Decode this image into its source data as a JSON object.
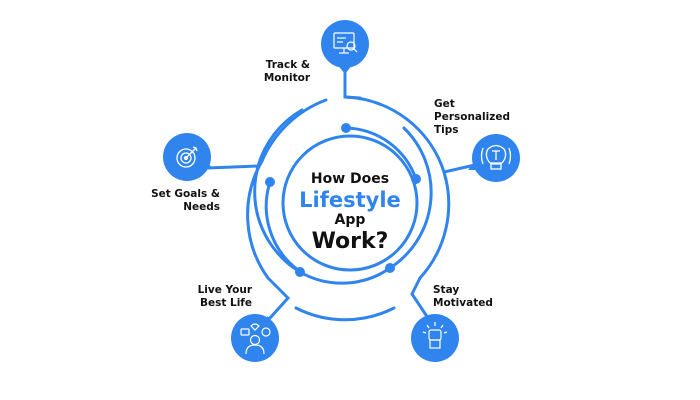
{
  "title": {
    "line1": "How Does",
    "line2": "Lifestyle",
    "line3": "App",
    "line4": "Work?"
  },
  "colors": {
    "accent": "#2f84ee",
    "text": "#111111",
    "background": "#ffffff"
  },
  "steps": [
    {
      "id": "track",
      "line1": "Track &",
      "line2": "Monitor",
      "icon": "monitor-search-icon"
    },
    {
      "id": "tips",
      "line1": "Get",
      "line2": "Personalized",
      "line3": "Tips",
      "icon": "lightbulb-icon"
    },
    {
      "id": "motivated",
      "line1": "Stay",
      "line2": "Motivated",
      "icon": "raised-fist-icon"
    },
    {
      "id": "best-life",
      "line1": "Live Your",
      "line2": "Best Life",
      "icon": "person-lifestyle-icon"
    },
    {
      "id": "goals",
      "line1": "Set Goals &",
      "line2": "Needs",
      "icon": "target-icon"
    }
  ]
}
